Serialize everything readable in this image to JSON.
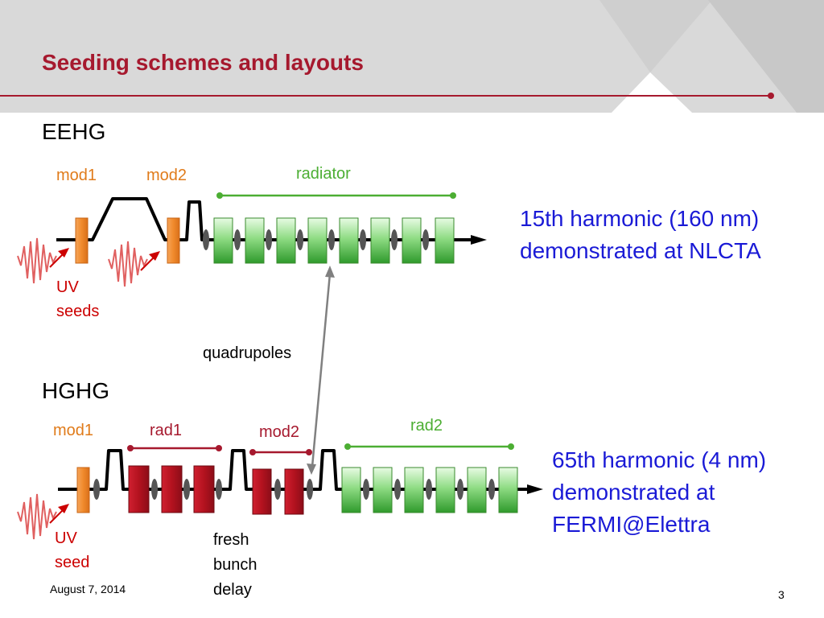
{
  "slide": {
    "title": "Seeding schemes and layouts",
    "date": "August 7, 2014",
    "page_number": "3"
  },
  "eehg": {
    "heading": "EEHG",
    "mod1": "mod1",
    "mod2": "mod2",
    "radiator": "radiator",
    "seed_label_1": "UV",
    "seed_label_2": "seeds",
    "result_line_1": "15th harmonic (160 nm)",
    "result_line_2": "demonstrated at NLCTA"
  },
  "shared": {
    "quadrupoles": "quadrupoles"
  },
  "hghg": {
    "heading": "HGHG",
    "mod1": "mod1",
    "rad1": "rad1",
    "mod2": "mod2",
    "rad2": "rad2",
    "seed_label_1": "UV",
    "seed_label_2": "seed",
    "delay_1": "fresh",
    "delay_2": "bunch",
    "delay_3": "delay",
    "result_line_1": "65th harmonic (4 nm)",
    "result_line_2": "demonstrated at",
    "result_line_3": "FERMI@Elettra"
  },
  "colors": {
    "title_red": "#a6192e",
    "modulator_orange": "#f08a2c",
    "radiator_green": "#4cae33",
    "rad1_red": "#b3121f",
    "result_blue": "#1a1ad6"
  }
}
